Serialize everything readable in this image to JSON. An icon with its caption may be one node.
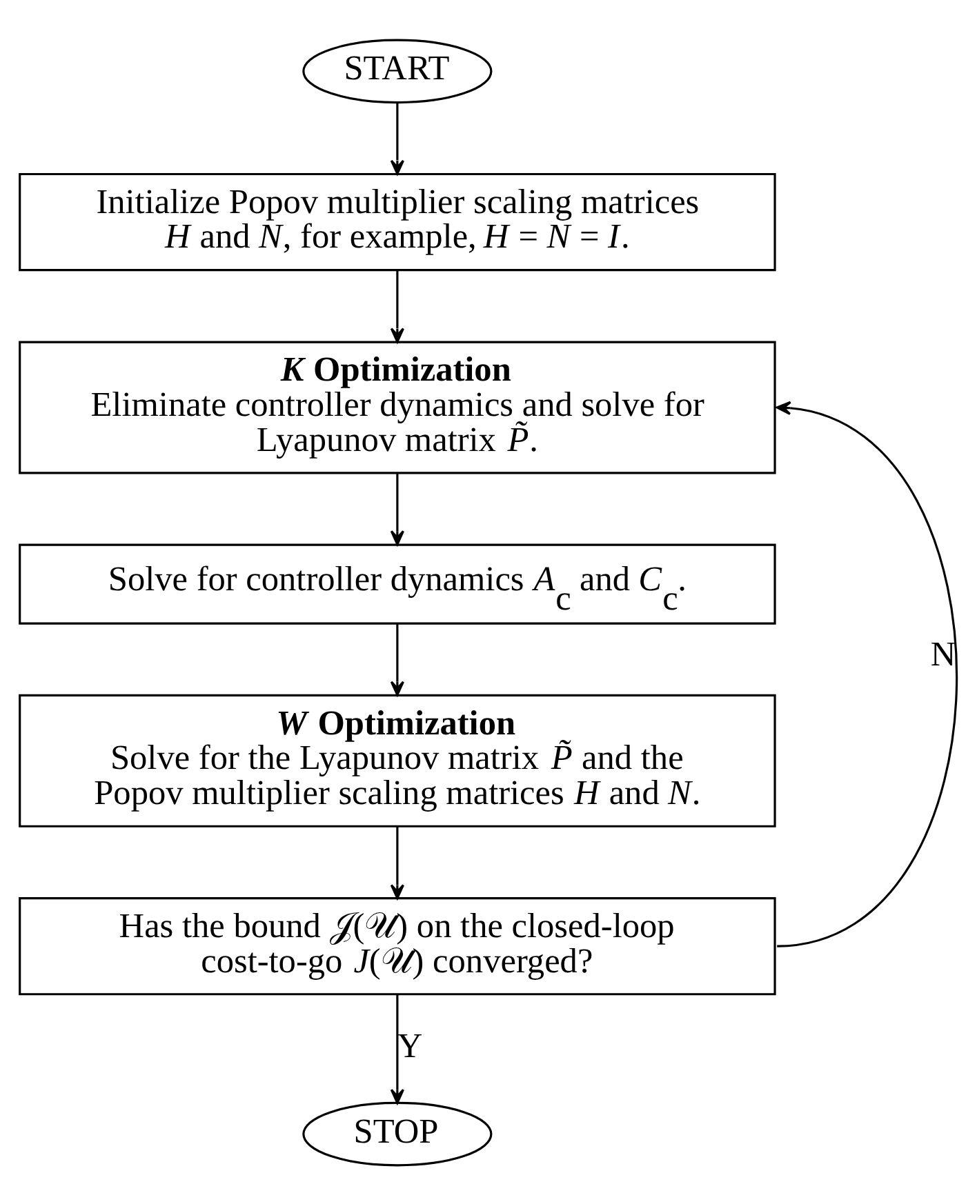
{
  "diagram": {
    "nodes": [
      {
        "text": [
          "START"
        ]
      },
      {
        "text": [
          "Initialize Popov multiplier scaling matrices *H* and *N*, for example, *H* = *N* = *I*."
        ]
      },
      {
        "text": [
          "*K* Optimization",
          "Eliminate controller dynamics and solve for Lyapunov matrix *P̃*."
        ]
      },
      {
        "text": [
          "Solve for controller dynamics *A*$_{c}$ and *C*$_{c}$."
        ]
      },
      {
        "text": [
          "*W* Optimization",
          "Solve for the Lyapunov matrix *P̃* and the Popov multiplier scaling matrices *H* and *N*."
        ]
      },
      {
        "text": [
          "Has the bound 𝒥(𝒰) on the closed-loop cost-to-go *J*(𝒰) converged?"
        ]
      },
      {
        "text": [
          "STOP"
        ]
      }
    ],
    "edges": [
      {
        "from": 0,
        "to": 1,
        "arrow": "to"
      },
      {
        "from": 1,
        "to": 2,
        "arrow": "to"
      },
      {
        "from": 2,
        "to": 3,
        "arrow": "to"
      },
      {
        "from": 3,
        "to": 4,
        "arrow": "to"
      },
      {
        "from": 4,
        "to": 5,
        "arrow": "to"
      },
      {
        "from": 5,
        "to": 6,
        "arrow": "to",
        "label": "Y"
      },
      {
        "from": 5,
        "to": 2,
        "arrow": "to",
        "label": "N"
      }
    ]
  }
}
